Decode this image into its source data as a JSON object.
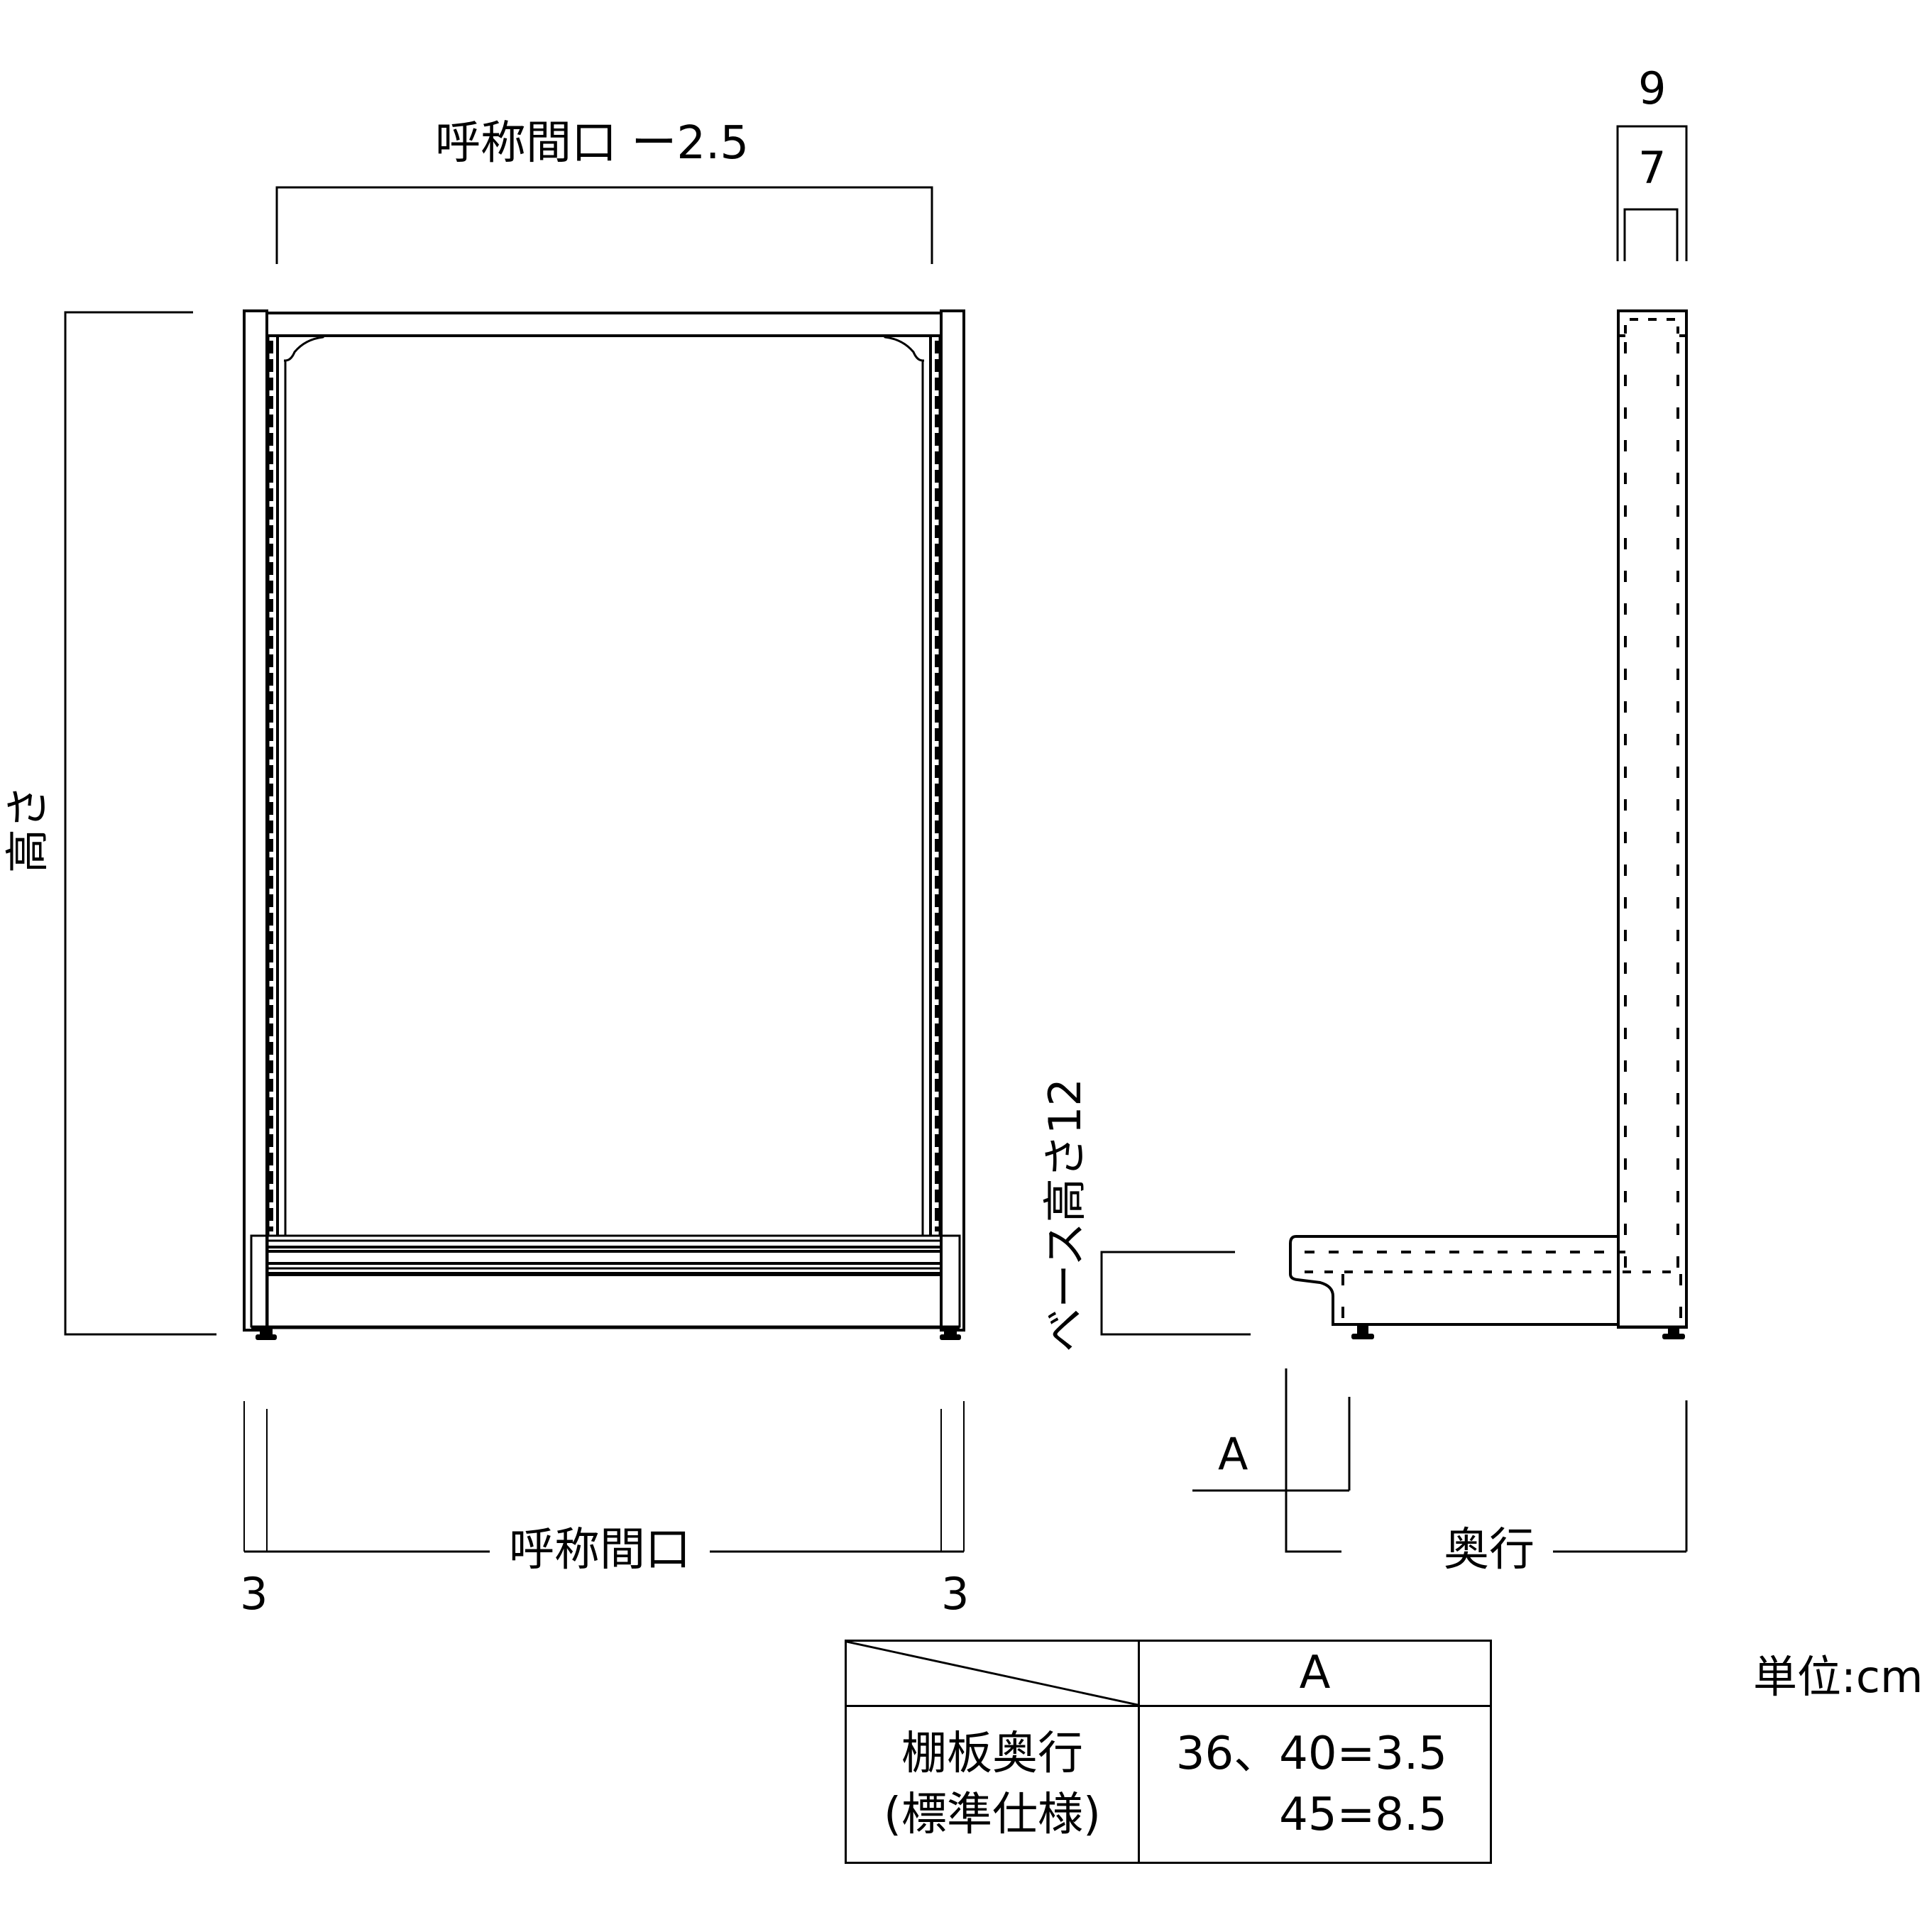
{
  "drawing": {
    "type": "technical-drawing",
    "subject": "gondola shelf unit - front and side elevation",
    "front_view": {
      "top_dimension_label": "呼称間口 ー2.5",
      "height_label": "高さ",
      "bottom_dimension_label": "呼称間口",
      "left_post_width": "3",
      "right_post_width": "3"
    },
    "side_view": {
      "post_outer_width": "9",
      "post_inner_width": "7",
      "base_height_label": "ベース高さ12",
      "shelf_offset_label": "A",
      "depth_label": "奥行"
    },
    "unit_label": "単位:cm",
    "spec_table": {
      "header_col": "A",
      "row_label_line1": "棚板奥行",
      "row_label_line2": "(標準仕様)",
      "value_line1": "36、40=3.5",
      "value_line2": "45=8.5"
    }
  }
}
